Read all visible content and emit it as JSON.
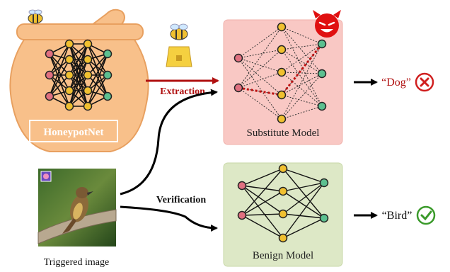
{
  "honeypot": {
    "label": "HoneypotNet"
  },
  "extraction": {
    "label": "Extraction"
  },
  "verification": {
    "label": "Verification"
  },
  "substitute_model": {
    "label": "Substitute Model",
    "output": "“Dog”",
    "result": "incorrect"
  },
  "benign_model": {
    "label": "Benign Model",
    "output": "“Bird”",
    "result": "correct"
  },
  "triggered_image": {
    "caption": "Triggered image"
  },
  "colors": {
    "pot": "#f8c08a",
    "pot_stroke": "#e8a060",
    "substitute_bg": "#f9c8c4",
    "benign_bg": "#dde8c6",
    "extraction_arrow": "#b01010",
    "neuron_input": "#e07080",
    "neuron_hidden": "#f0c030",
    "neuron_output": "#5cc090",
    "devil": "#e01010",
    "cross": "#d02020",
    "check": "#3a9a2a"
  }
}
